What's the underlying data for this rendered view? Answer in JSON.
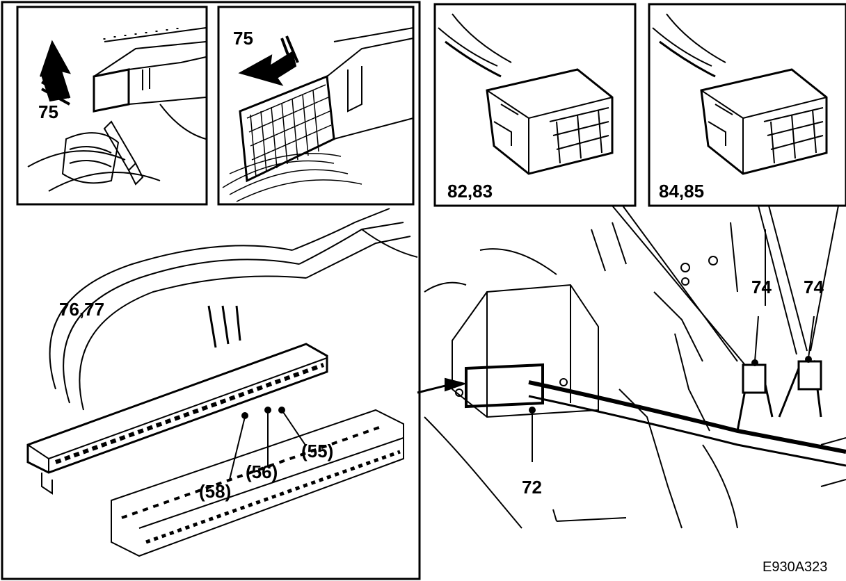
{
  "figure_code": "E930A323",
  "labels": {
    "inset_a_ref": "75",
    "inset_b_ref": "75",
    "main_left_ref": "76,77",
    "pin_55": "(55)",
    "pin_56": "(56)",
    "pin_58": "(58)",
    "inset_c_ref": "82,83",
    "inset_d_ref": "84,85",
    "conn_left_ref": "74",
    "conn_right_ref": "74",
    "ecu_ref": "72"
  }
}
